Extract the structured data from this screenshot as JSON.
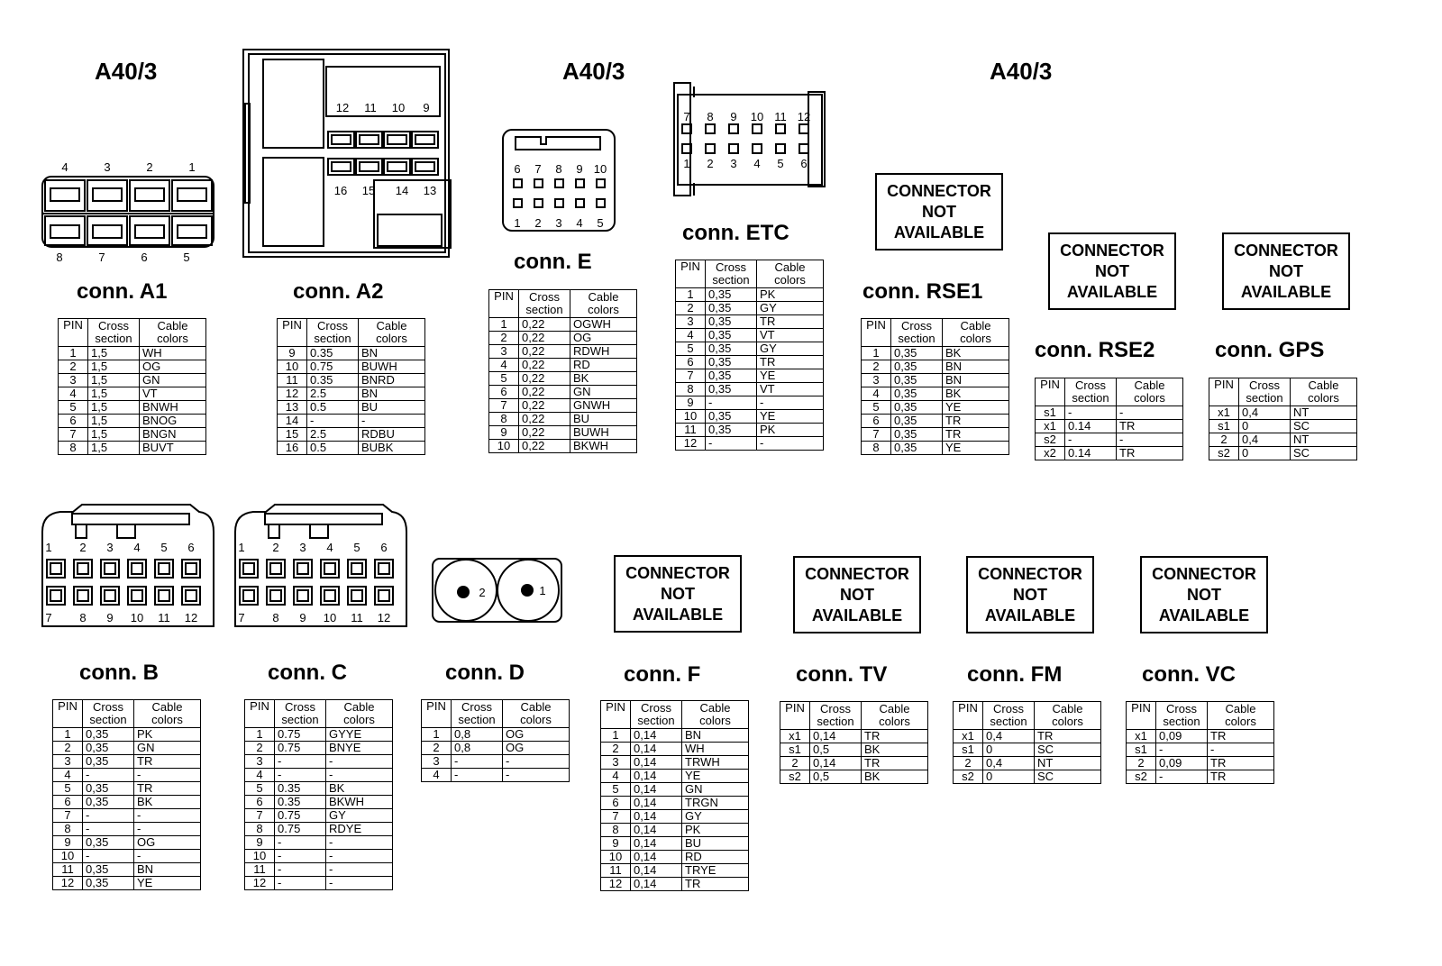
{
  "headers": [
    "A40/3",
    "A40/3",
    "A40/3"
  ],
  "na": {
    "l1": "CONNECTOR",
    "l2": "NOT",
    "l3": "AVAILABLE"
  },
  "table_head": {
    "pin": "PIN",
    "cross": "Cross",
    "section": "section",
    "cable": "Cable",
    "colors": "colors"
  },
  "connectors": {
    "A1": {
      "title": "conn. A1",
      "rows": [
        [
          "1",
          "1,5",
          "WH"
        ],
        [
          "2",
          "1,5",
          "OG"
        ],
        [
          "3",
          "1,5",
          "GN"
        ],
        [
          "4",
          "1,5",
          "VT"
        ],
        [
          "5",
          "1,5",
          "BNWH"
        ],
        [
          "6",
          "1,5",
          "BNOG"
        ],
        [
          "7",
          "1,5",
          "BNGN"
        ],
        [
          "8",
          "1,5",
          "BUVT"
        ]
      ]
    },
    "A2": {
      "title": "conn. A2",
      "rows": [
        [
          "9",
          "0.35",
          "BN"
        ],
        [
          "10",
          "0.75",
          "BUWH"
        ],
        [
          "11",
          "0.35",
          "BNRD"
        ],
        [
          "12",
          "2.5",
          "BN"
        ],
        [
          "13",
          "0.5",
          "BU"
        ],
        [
          "14",
          "-",
          "-"
        ],
        [
          "15",
          "2.5",
          "RDBU"
        ],
        [
          "16",
          "0.5",
          "BUBK"
        ]
      ]
    },
    "E": {
      "title": "conn. E",
      "rows": [
        [
          "1",
          "0,22",
          "OGWH"
        ],
        [
          "2",
          "0,22",
          "OG"
        ],
        [
          "3",
          "0,22",
          "RDWH"
        ],
        [
          "4",
          "0,22",
          "RD"
        ],
        [
          "5",
          "0,22",
          "BK"
        ],
        [
          "6",
          "0,22",
          "GN"
        ],
        [
          "7",
          "0,22",
          "GNWH"
        ],
        [
          "8",
          "0,22",
          "BU"
        ],
        [
          "9",
          "0,22",
          "BUWH"
        ],
        [
          "10",
          "0,22",
          "BKWH"
        ]
      ]
    },
    "ETC": {
      "title": "conn. ETC",
      "rows": [
        [
          "1",
          "0,35",
          "PK"
        ],
        [
          "2",
          "0,35",
          "GY"
        ],
        [
          "3",
          "0,35",
          "TR"
        ],
        [
          "4",
          "0,35",
          "VT"
        ],
        [
          "5",
          "0,35",
          "GY"
        ],
        [
          "6",
          "0,35",
          "TR"
        ],
        [
          "7",
          "0,35",
          "YE"
        ],
        [
          "8",
          "0,35",
          "VT"
        ],
        [
          "9",
          "-",
          "-"
        ],
        [
          "10",
          "0,35",
          "YE"
        ],
        [
          "11",
          "0,35",
          "PK"
        ],
        [
          "12",
          "-",
          "-"
        ]
      ]
    },
    "RSE1": {
      "title": "conn. RSE1",
      "rows": [
        [
          "1",
          "0,35",
          "BK"
        ],
        [
          "2",
          "0,35",
          "BN"
        ],
        [
          "3",
          "0,35",
          "BN"
        ],
        [
          "4",
          "0,35",
          "BK"
        ],
        [
          "5",
          "0,35",
          "YE"
        ],
        [
          "6",
          "0,35",
          "TR"
        ],
        [
          "7",
          "0,35",
          "TR"
        ],
        [
          "8",
          "0,35",
          "YE"
        ]
      ]
    },
    "RSE2": {
      "title": "conn. RSE2",
      "rows": [
        [
          "s1",
          "-",
          "-"
        ],
        [
          "x1",
          "0.14",
          "TR"
        ],
        [
          "s2",
          "-",
          "-"
        ],
        [
          "x2",
          "0.14",
          "TR"
        ]
      ]
    },
    "GPS": {
      "title": "conn. GPS",
      "rows": [
        [
          "x1",
          "0,4",
          "NT"
        ],
        [
          "s1",
          "0",
          "SC"
        ],
        [
          "2",
          "0,4",
          "NT"
        ],
        [
          "s2",
          "0",
          "SC"
        ]
      ]
    },
    "B": {
      "title": "conn. B",
      "rows": [
        [
          "1",
          "0,35",
          "PK"
        ],
        [
          "2",
          "0,35",
          "GN"
        ],
        [
          "3",
          "0,35",
          "TR"
        ],
        [
          "4",
          "-",
          "-"
        ],
        [
          "5",
          "0,35",
          "TR"
        ],
        [
          "6",
          "0,35",
          "BK"
        ],
        [
          "7",
          "-",
          "-"
        ],
        [
          "8",
          "-",
          "-"
        ],
        [
          "9",
          "0,35",
          "OG"
        ],
        [
          "10",
          "-",
          "-"
        ],
        [
          "11",
          "0,35",
          "BN"
        ],
        [
          "12",
          "0,35",
          "YE"
        ]
      ]
    },
    "C": {
      "title": "conn. C",
      "rows": [
        [
          "1",
          "0.75",
          "GYYE"
        ],
        [
          "2",
          "0.75",
          "BNYE"
        ],
        [
          "3",
          "-",
          "-"
        ],
        [
          "4",
          "-",
          "-"
        ],
        [
          "5",
          "0.35",
          "BK"
        ],
        [
          "6",
          "0.35",
          "BKWH"
        ],
        [
          "7",
          "0.75",
          "GY"
        ],
        [
          "8",
          "0.75",
          "RDYE"
        ],
        [
          "9",
          "-",
          "-"
        ],
        [
          "10",
          "-",
          "-"
        ],
        [
          "11",
          "-",
          "-"
        ],
        [
          "12",
          "-",
          "-"
        ]
      ]
    },
    "D": {
      "title": "conn. D",
      "rows": [
        [
          "1",
          "0,8",
          "OG"
        ],
        [
          "2",
          "0,8",
          "OG"
        ],
        [
          "3",
          "-",
          "-"
        ],
        [
          "4",
          "-",
          "-"
        ]
      ]
    },
    "F": {
      "title": "conn. F",
      "rows": [
        [
          "1",
          "0,14",
          "BN"
        ],
        [
          "2",
          "0,14",
          "WH"
        ],
        [
          "3",
          "0,14",
          "TRWH"
        ],
        [
          "4",
          "0,14",
          "YE"
        ],
        [
          "5",
          "0,14",
          "GN"
        ],
        [
          "6",
          "0,14",
          "TRGN"
        ],
        [
          "7",
          "0,14",
          "GY"
        ],
        [
          "8",
          "0,14",
          "PK"
        ],
        [
          "9",
          "0,14",
          "BU"
        ],
        [
          "10",
          "0,14",
          "RD"
        ],
        [
          "11",
          "0,14",
          "TRYE"
        ],
        [
          "12",
          "0,14",
          "TR"
        ]
      ]
    },
    "TV": {
      "title": "conn. TV",
      "rows": [
        [
          "x1",
          "0,14",
          "TR"
        ],
        [
          "s1",
          "0,5",
          "BK"
        ],
        [
          "2",
          "0,14",
          "TR"
        ],
        [
          "s2",
          "0,5",
          "BK"
        ]
      ]
    },
    "FM": {
      "title": "conn. FM",
      "rows": [
        [
          "x1",
          "0,4",
          "TR"
        ],
        [
          "s1",
          "0",
          "SC"
        ],
        [
          "2",
          "0,4",
          "NT"
        ],
        [
          "s2",
          "0",
          "SC"
        ]
      ]
    },
    "VC": {
      "title": "conn. VC",
      "rows": [
        [
          "x1",
          "0,09",
          "TR"
        ],
        [
          "s1",
          "-",
          "-"
        ],
        [
          "2",
          "0,09",
          "TR"
        ],
        [
          "s2",
          "-",
          "TR"
        ]
      ]
    }
  },
  "pin_numbers": {
    "A1_top": [
      "4",
      "3",
      "2",
      "1"
    ],
    "A1_bot": [
      "8",
      "7",
      "6",
      "5"
    ],
    "A2_top": [
      "12",
      "11",
      "10",
      "9"
    ],
    "A2_bot": [
      "16",
      "15",
      "14",
      "13"
    ],
    "E_top": [
      "6",
      "7",
      "8",
      "9",
      "10"
    ],
    "E_bot": [
      "1",
      "2",
      "3",
      "4",
      "5"
    ],
    "ETC_top": [
      "7",
      "8",
      "9",
      "10",
      "11",
      "12"
    ],
    "ETC_bot": [
      "1",
      "2",
      "3",
      "4",
      "5",
      "6"
    ],
    "B_top": [
      "1",
      "2",
      "3",
      "4",
      "5",
      "6"
    ],
    "B_bot": [
      "7",
      "8",
      "9",
      "10",
      "11",
      "12"
    ],
    "D": [
      "2",
      "1"
    ]
  }
}
